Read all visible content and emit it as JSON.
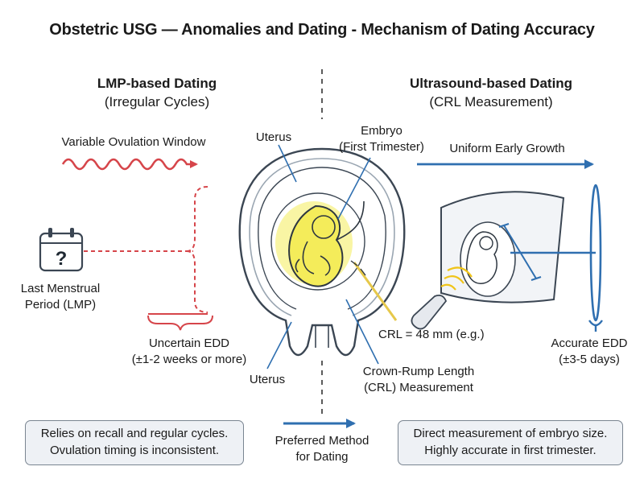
{
  "title": "Obstetric USG — Anomalies and Dating - Mechanism of Dating Accuracy",
  "left": {
    "heading": "LMP-based Dating",
    "subheading": "(Irregular Cycles)",
    "ovulation_label": "Variable Ovulation Window",
    "lmp_label_1": "Last Menstrual",
    "lmp_label_2": "Period (LMP)",
    "calendar_glyph": "?",
    "edd_label_1": "Uncertain EDD",
    "edd_label_2": "(±1-2 weeks or more)",
    "box_line_1": "Relies on recall and regular cycles.",
    "box_line_2": "Ovulation timing is inconsistent."
  },
  "center": {
    "uterus_top": "Uterus",
    "uterus_bottom": "Uterus",
    "embryo_1": "Embryo",
    "embryo_2": "(First Trimester)",
    "crl_value": "CRL = 48 mm (e.g.)",
    "crl_name_1": "Crown-Rump Length",
    "crl_name_2": "(CRL) Measurement",
    "preferred_1": "Preferred Method",
    "preferred_2": "for Dating"
  },
  "right": {
    "heading": "Ultrasound-based Dating",
    "subheading": "(CRL Measurement)",
    "growth_label": "Uniform Early Growth",
    "edd_label_1": "Accurate EDD",
    "edd_label_2": "(±3-5 days)",
    "box_line_1": "Direct measurement of embryo size.",
    "box_line_2": "Highly accurate in first trimester."
  },
  "colors": {
    "red": "#d6454a",
    "blue": "#2f6fb0",
    "outline": "#3b4653",
    "embryo_fill": "#f4ec5a",
    "box_bg": "#eef1f5"
  },
  "icons": [
    "calendar-question-icon",
    "wavy-arrow-icon",
    "ultrasound-probe-icon"
  ]
}
